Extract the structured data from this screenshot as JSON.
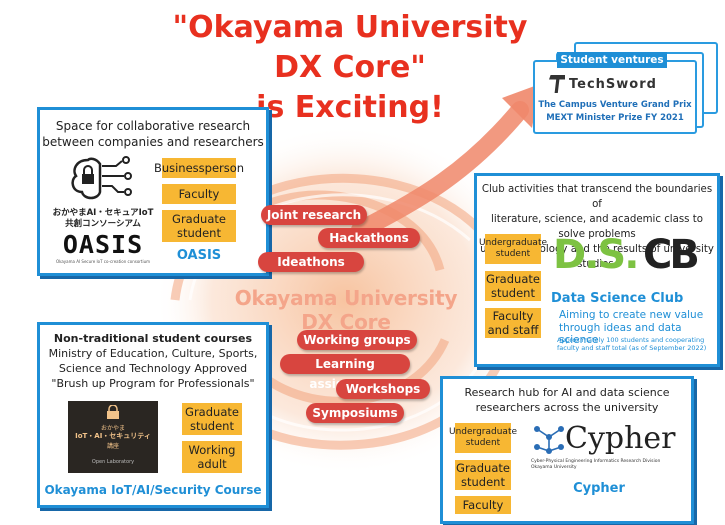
{
  "headline": {
    "line1": "\"Okayama University",
    "line2": "DX Core\"",
    "line3": "is Exciting!"
  },
  "center_title": "Okayama University DX Core",
  "activities_top": [
    "Joint research",
    "Hackathons",
    "Ideathons"
  ],
  "activities_bottom": [
    "Working groups",
    "Learning assistance",
    "Workshops",
    "Symposiums"
  ],
  "ventures": {
    "tab": "Student ventures",
    "logo_text": "TechSword",
    "award_line1": "The Campus Venture Grand Prix",
    "award_line2": "MEXT Minister Prize FY 2021"
  },
  "oasis": {
    "title_line1": "Space for collaborative research",
    "title_line2": "between companies and researchers",
    "logo_jp_line1": "おかやまAI・セキュアIoT",
    "logo_jp_line2": "共創コンソーシアム",
    "logo_word": "OASIS",
    "logo_sub": "Okayama AI Secure IoT co-creation consortium",
    "roles": [
      "Businessperson",
      "Faculty",
      "Graduate student"
    ],
    "name": "OASIS"
  },
  "club": {
    "title_line1": "Club activities that transcend the boundaries of",
    "title_line2": "literature, science, and academic class to solve problems",
    "title_line3": "using technology and the results of university studies.",
    "roles": [
      "Undergraduate student",
      "Graduate student",
      "Faculty and staff"
    ],
    "logo_ds": "D.S.",
    "logo_cb": "CB",
    "name": "Data Science Club",
    "aim_line1": "Aiming to create new value",
    "aim_line2": "through ideas and data science",
    "count_line1": "Approximately 100 students and cooperating",
    "count_line2": "faculty and staff total (as of September 2022)"
  },
  "course": {
    "title": "Non-traditional student courses",
    "desc_line1": "Ministry of Education, Culture, Sports,",
    "desc_line2": "Science and Technology Approved",
    "desc_line3": "\"Brush up Program for Professionals\"",
    "logo_line1": "おかやま",
    "logo_line2": "IoT・AI・セキュリティ",
    "logo_line3": "講座",
    "logo_line4": "Open Laboratory",
    "roles": [
      "Graduate student",
      "Working adult"
    ],
    "name": "Okayama IoT/AI/Security Course"
  },
  "cypher": {
    "title_line1": "Research hub for AI and data science",
    "title_line2": "researchers across the university",
    "roles": [
      "Undergraduate student",
      "Graduate student",
      "Faculty"
    ],
    "logo_word": "Cypher",
    "logo_sub1": "Cyber-Physical Engineering Informatics Research Division",
    "logo_sub2": "Okayama University",
    "name": "Cypher"
  },
  "colors": {
    "headline": "#e8301f",
    "panel_border": "#1f8fd6",
    "role_bg": "#f7b733",
    "pill_bg": "#d8453f",
    "ds_green": "#7dc242"
  }
}
